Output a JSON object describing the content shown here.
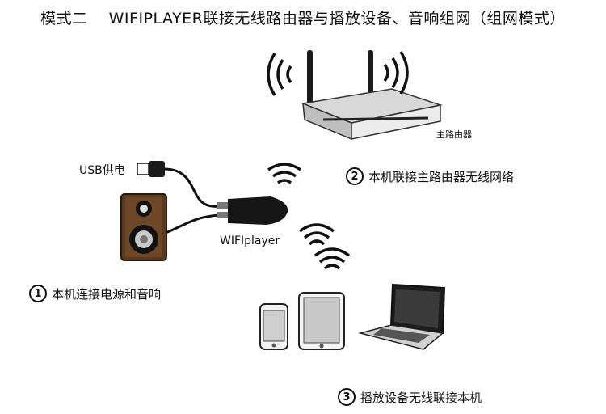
{
  "title": "模式二　 WIFIPLAYER联接无线路由器与播放设备、音响组网（组网模式）",
  "labels": {
    "router": "主路由器",
    "usb_power": "USB供电",
    "device": "WIFIplayer"
  },
  "steps": [
    {
      "number": "1",
      "text": "本机连接电源和音响"
    },
    {
      "number": "2",
      "text": "本机联接主路由器无线网络"
    },
    {
      "number": "3",
      "text": "播放设备无线联接本机"
    }
  ]
}
